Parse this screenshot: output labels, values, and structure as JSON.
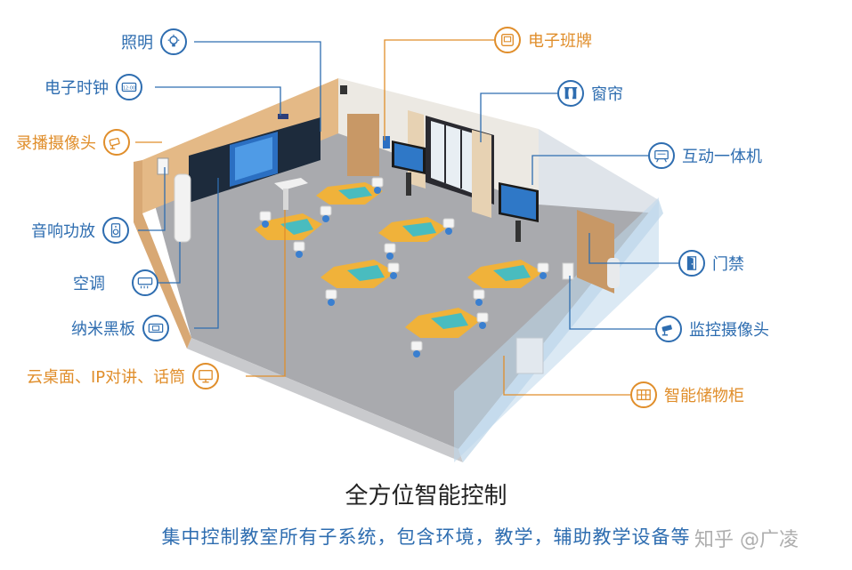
{
  "callouts": {
    "lighting": "照明",
    "clock": "电子时钟",
    "recording_camera": "录播摄像头",
    "audio_amp": "音响功放",
    "aircon": "空调",
    "nano_board": "纳米黑板",
    "cloud_desktop": "云桌面、IP对讲、话筒",
    "class_sign": "电子班牌",
    "curtain": "窗帘",
    "interactive_machine": "互动一体机",
    "access_control": "门禁",
    "monitor_camera": "监控摄像头",
    "smart_cabinet": "智能储物柜"
  },
  "clock_icon_text": "12:00",
  "title": "全方位智能控制",
  "subtitle": "集中控制教室所有子系统，包含环境，教学，辅助教学设备等",
  "watermark": "知乎 @广凌",
  "colors": {
    "blue": "#2e6db0",
    "orange": "#e08e2b"
  }
}
